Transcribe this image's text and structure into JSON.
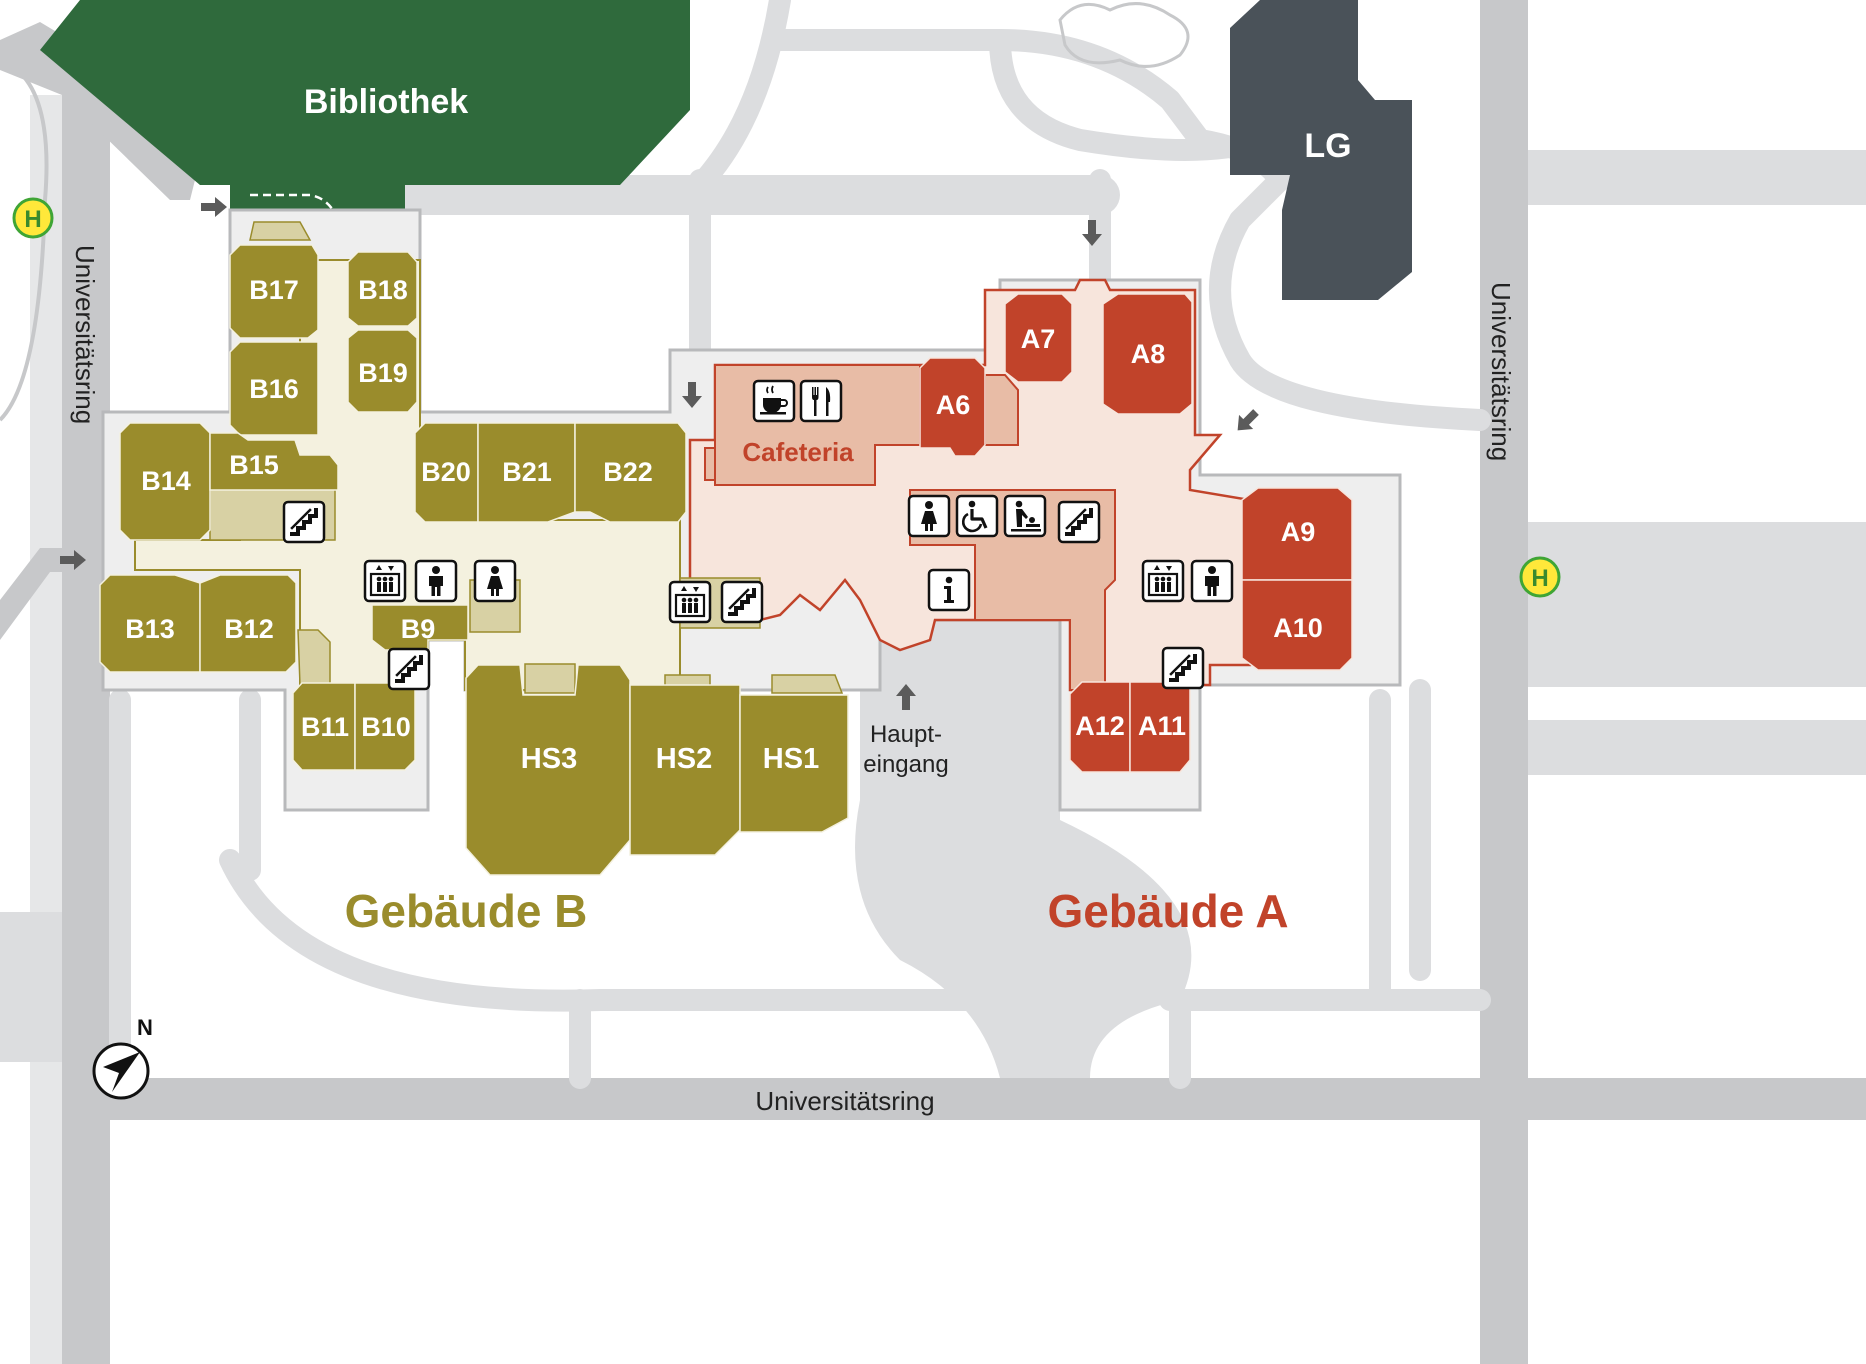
{
  "colors": {
    "building_b": "#9a8c2c",
    "building_b_light": "#d8d1a4",
    "building_b_hall": "#f4f1df",
    "building_a": "#c1432a",
    "building_a_light": "#e8bca6",
    "building_a_hall": "#f7e5dc",
    "library": "#2f6a3c",
    "lg": "#4a5259",
    "road": "#c7c8ca",
    "paths": "#dcdddf",
    "plaza": "#dcdddf",
    "bus_stop_fill": "#ffe83a",
    "bus_stop_ring": "#3fa535"
  },
  "streets": {
    "west": "Universitätsring",
    "east": "Universitätsring",
    "south": "Universitätsring"
  },
  "buildings": {
    "library": "Bibliothek",
    "lg": "LG",
    "building_b": "Gebäude B",
    "building_a": "Gebäude A"
  },
  "rooms_b": {
    "b17": "B17",
    "b18": "B18",
    "b16": "B16",
    "b19": "B19",
    "b14": "B14",
    "b15": "B15",
    "b20": "B20",
    "b21": "B21",
    "b22": "B22",
    "b13": "B13",
    "b12": "B12",
    "b9": "B9",
    "b11": "B11",
    "b10": "B10"
  },
  "lecture_halls": {
    "hs3": "HS3",
    "hs2": "HS2",
    "hs1": "HS1"
  },
  "rooms_a": {
    "a6": "A6",
    "a7": "A7",
    "a8": "A8",
    "a9": "A9",
    "a10": "A10",
    "a11": "A11",
    "a12": "A12"
  },
  "cafeteria": "Cafeteria",
  "main_entrance": {
    "line1": "Haupt-",
    "line2": "eingang"
  },
  "bus_stop": "H",
  "compass": "N",
  "icons": [
    "coffee-icon",
    "cutlery-icon",
    "stairs-icon",
    "elevator-icon",
    "toilet-men-icon",
    "toilet-women-icon",
    "wheelchair-icon",
    "baby-changing-icon",
    "information-icon",
    "entrance-arrow-icon",
    "bus-stop-icon",
    "north-arrow-icon"
  ]
}
